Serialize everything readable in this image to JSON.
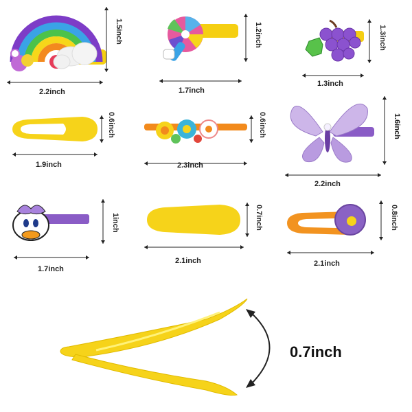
{
  "items": [
    {
      "name": "rainbow-clip",
      "width_label": "2.2inch",
      "height_label": "1.5inch"
    },
    {
      "name": "lollipop-clip",
      "width_label": "1.7inch",
      "height_label": "1.2inch"
    },
    {
      "name": "grape-clip",
      "width_label": "1.3inch",
      "height_label": "1.3inch"
    },
    {
      "name": "yellow-snap-clip-small",
      "width_label": "1.9inch",
      "height_label": "0.6inch"
    },
    {
      "name": "flower-clip",
      "width_label": "2.3inch",
      "height_label": "0.6inch"
    },
    {
      "name": "butterfly-clip",
      "width_label": "2.2inch",
      "height_label": "1.6inch"
    },
    {
      "name": "duck-clip",
      "width_label": "1.7inch",
      "height_label": "1inch"
    },
    {
      "name": "yellow-snap-clip-large",
      "width_label": "2.1inch",
      "height_label": "0.7inch"
    },
    {
      "name": "crochet-flower-snap-clip",
      "width_label": "2.1inch",
      "height_label": "0.8inch"
    }
  ],
  "detail": {
    "thickness_label": "0.7inch"
  },
  "colors": {
    "clip_yellow": "#f7d417",
    "purple": "#7a4fc0",
    "orange": "#f08a1c",
    "ink": "#222222"
  }
}
